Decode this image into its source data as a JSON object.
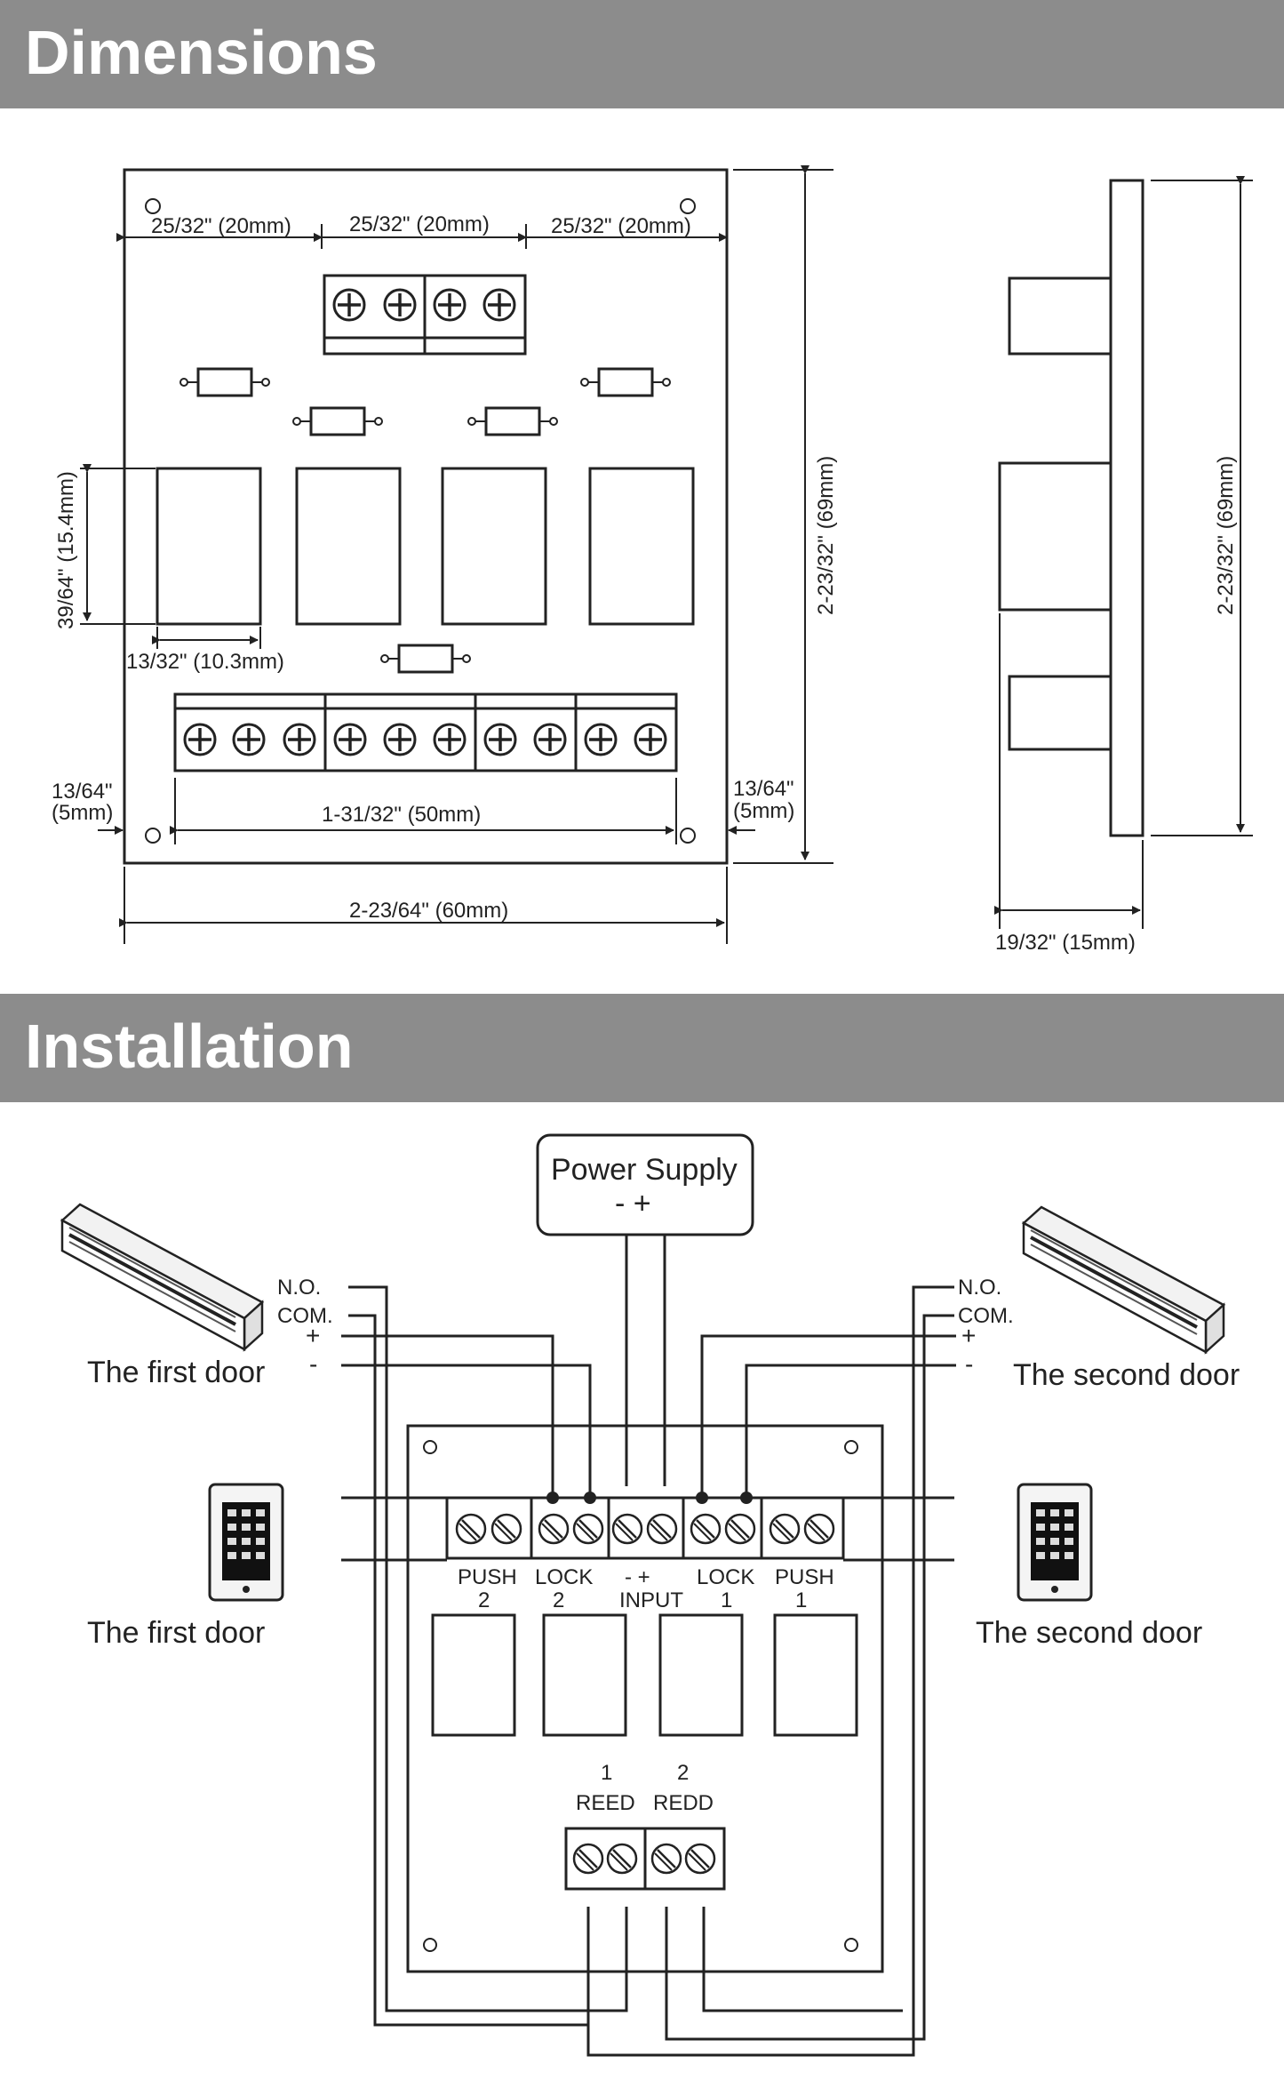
{
  "sections": {
    "dimensions_title": "Dimensions",
    "installation_title": "Installation"
  },
  "dimensions": {
    "top_spacing_left": "25/32\" (20mm)",
    "top_spacing_mid": "25/32\" (20mm)",
    "top_spacing_right": "25/32\" (20mm)",
    "relay_height": "39/64\" (15.4mm)",
    "relay_width": "13/32\" (10.3mm)",
    "edge_left": [
      "13/64\"",
      "(5mm)"
    ],
    "edge_right": [
      "13/64\"",
      "(5mm)"
    ],
    "hole_spacing": "1-31/32\" (50mm)",
    "overall_width": "2-23/64\" (60mm)",
    "overall_height_front": "2-23/32\" (69mm)",
    "overall_height_side": "2-23/32\" (69mm)",
    "side_depth": "19/32\" (15mm)"
  },
  "installation": {
    "power_supply": "Power Supply",
    "power_polarity": "-   +",
    "no_left": "N.O.",
    "com_left": "COM.",
    "plus_left": "+",
    "minus_left": "-",
    "no_right": "N.O.",
    "com_right": "COM.",
    "plus_right": "+",
    "minus_right": "-",
    "first_door_lock": "The first door",
    "second_door_lock": "The second  door",
    "first_door_keypad": "The first door",
    "second_door_keypad": "The second  door",
    "push2": [
      "PUSH",
      "2"
    ],
    "lock2": [
      "LOCK",
      "2"
    ],
    "input": [
      "-    +",
      "INPUT"
    ],
    "lock1": [
      "LOCK",
      "1"
    ],
    "push1": [
      "PUSH",
      "1"
    ],
    "reed_numbers": [
      "1",
      "2"
    ],
    "reed_labels": [
      "REED",
      "REDD"
    ]
  },
  "icons": [
    "magnetic-lock-icon",
    "keypad-icon",
    "screw-terminal-icon"
  ]
}
